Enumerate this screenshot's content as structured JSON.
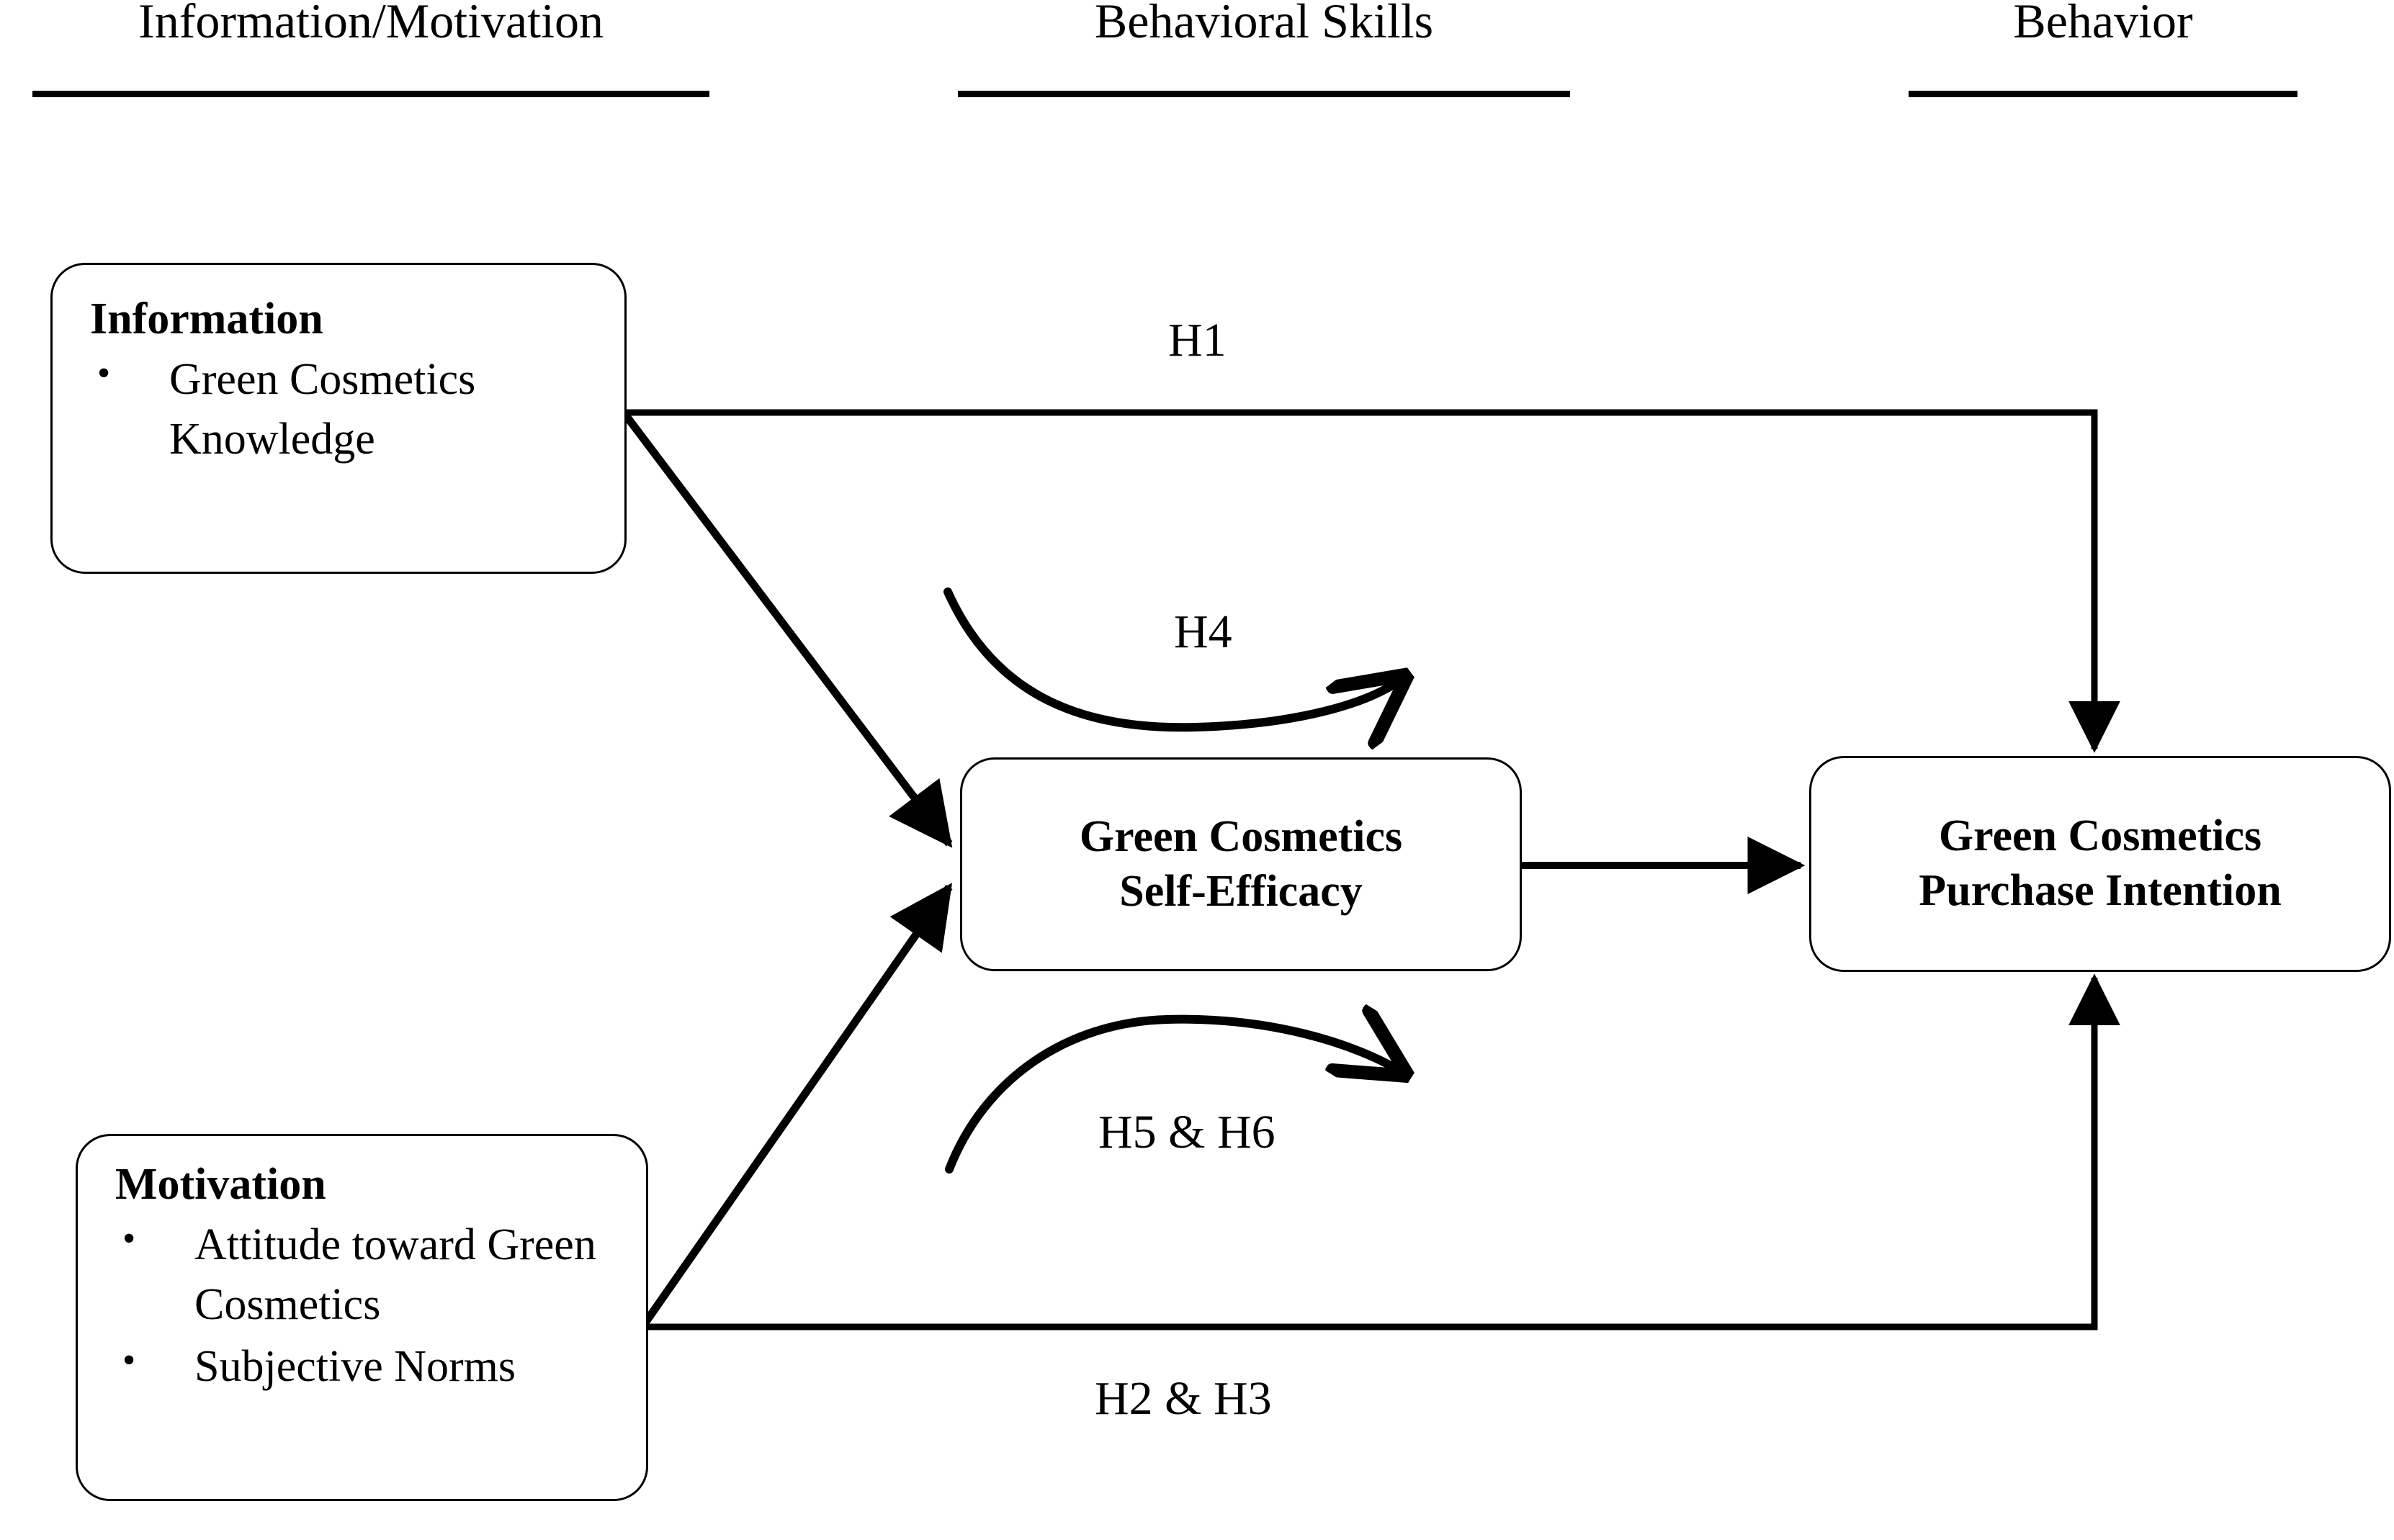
{
  "columns": [
    {
      "id": "information-motivation",
      "label": "Information/Motivation"
    },
    {
      "id": "behavioral-skills",
      "label": "Behavioral Skills"
    },
    {
      "id": "behavior",
      "label": "Behavior"
    }
  ],
  "nodes": {
    "information": {
      "heading": "Information",
      "bullets": [
        "Green Cosmetics Knowledge"
      ]
    },
    "motivation": {
      "heading": "Motivation",
      "bullets": [
        "Attitude toward Green Cosmetics",
        "Subjective Norms"
      ]
    },
    "self_efficacy": {
      "line1": "Green Cosmetics",
      "line2": "Self-Efficacy"
    },
    "purchase_intention": {
      "line1": "Green Cosmetics",
      "line2": "Purchase Intention"
    }
  },
  "hypotheses": {
    "h1": "H1",
    "h4": "H4",
    "h5_h6": "H5 & H6",
    "h2_h3": "H2 & H3"
  },
  "colors": {
    "stroke": "#000000",
    "background": "#ffffff",
    "text": "#000000"
  }
}
